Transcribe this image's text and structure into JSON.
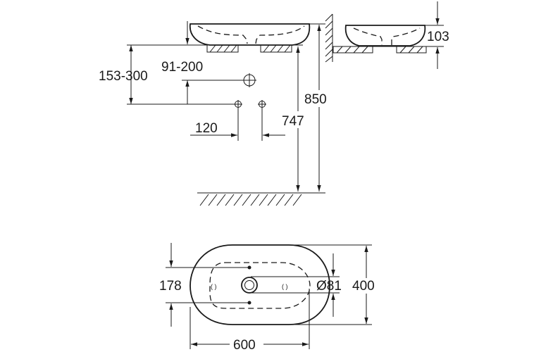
{
  "drawing": {
    "type": "technical-dimension-drawing",
    "subject": "oval countertop washbasin",
    "units": "mm",
    "colors": {
      "line": "#1a1a1a",
      "background": "#ffffff"
    }
  },
  "side_view": {
    "dimensions": {
      "waste_height_range": "153-300",
      "supply_height_range": "91-200",
      "supply_spacing": "120",
      "countertop_height": "747",
      "rim_height": "850"
    }
  },
  "wall_view": {
    "dimensions": {
      "basin_height": "103"
    }
  },
  "plan_view": {
    "dimensions": {
      "width": "600",
      "depth": "400",
      "tap_hole_spacing": "178",
      "waste_diameter": "Ø81"
    }
  }
}
